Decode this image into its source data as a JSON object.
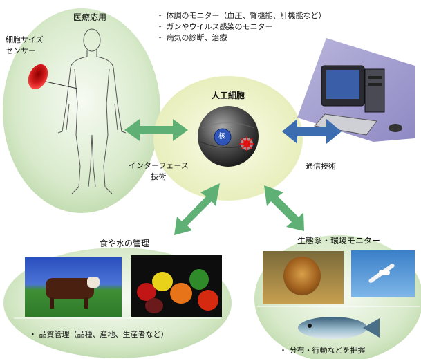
{
  "medical": {
    "title": "医療応用",
    "sensor_label": "細胞サイズ\nセンサー",
    "bullets": [
      "体調のモニター（血圧、腎機能、肝機能など）",
      "ガンやウイルス感染のモニター",
      "病気の診断、治療"
    ]
  },
  "center": {
    "title": "人工細胞",
    "nucleus": "核"
  },
  "links": {
    "interface": "インターフェース\n技術",
    "communication": "通信技術"
  },
  "food": {
    "title": "食や水の管理",
    "bullet": "品質管理（品種、産地、生産者など）"
  },
  "eco": {
    "title": "生態系・環境モニター",
    "bullet": "分布・行動などを把握"
  },
  "colors": {
    "green_ellipse": "#cfe3c0",
    "center_ellipse": "#eef2c8",
    "arrow_green": "#5fb074",
    "arrow_blue": "#3c6db0",
    "blood_cell": "#d11a1a"
  }
}
